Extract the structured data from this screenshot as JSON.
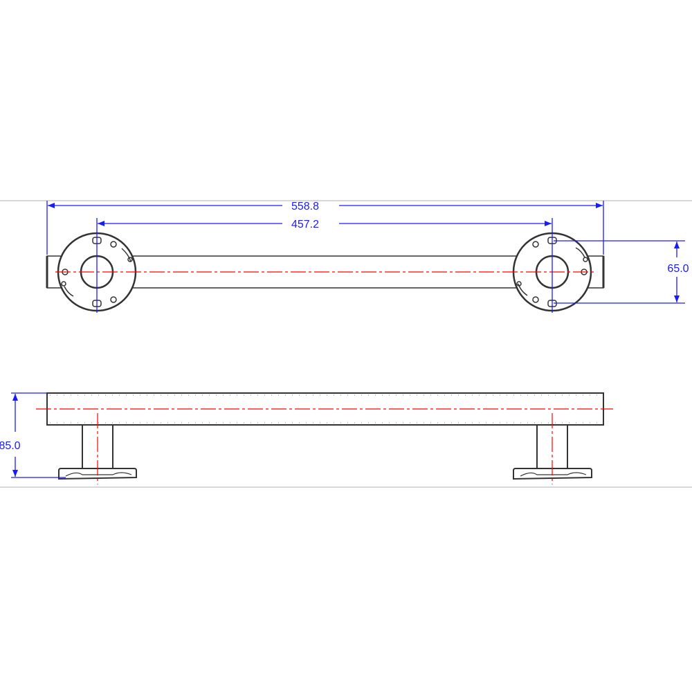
{
  "drawing": {
    "top_view": {
      "overall_length": "558.8",
      "center_distance": "457.2",
      "flange_height": "65.0"
    },
    "side_view": {
      "height": "85.0"
    }
  },
  "colors": {
    "dimension": "#1a1aff",
    "centerline": "#ff0000",
    "outline": "#333333",
    "frame": "#d0d0d0"
  }
}
